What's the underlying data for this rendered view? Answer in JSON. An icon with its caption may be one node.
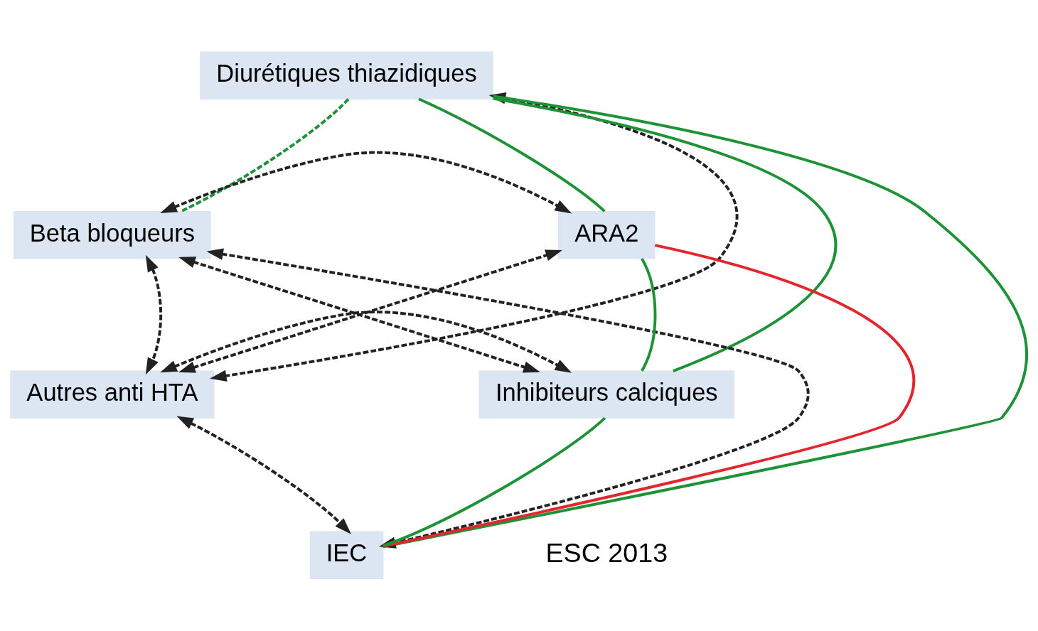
{
  "diagram": {
    "nodes": [
      {
        "text": [
          "Diurétiques thiazidiques"
        ]
      },
      {
        "text": [
          "Beta bloqueurs"
        ]
      },
      {
        "text": [
          "ARA2"
        ]
      },
      {
        "text": [
          "Autres anti HTA"
        ]
      },
      {
        "text": [
          "Inhibiteurs calciques"
        ]
      },
      {
        "text": [
          "IEC"
        ]
      }
    ],
    "edges": [
      {
        "from": 0,
        "to": 1,
        "arrow": "none",
        "style": "dashed",
        "color": "#1e9236"
      },
      {
        "from": 0,
        "to": 2,
        "arrow": "none",
        "color": "#1e9236"
      },
      {
        "from": 0,
        "to": 4,
        "arrow": "none",
        "color": "#1e9236"
      },
      {
        "from": 0,
        "to": 5,
        "arrow": "none",
        "color": "#1e9236"
      },
      {
        "from": 0,
        "to": 3,
        "arrow": "both",
        "style": "dashed"
      },
      {
        "from": 1,
        "to": 2,
        "arrow": "both",
        "style": "dashed"
      },
      {
        "from": 1,
        "to": 3,
        "arrow": "both",
        "style": "dashed"
      },
      {
        "from": 1,
        "to": 4,
        "arrow": "both",
        "style": "dashed"
      },
      {
        "from": 1,
        "to": 5,
        "arrow": "both",
        "style": "dashed"
      },
      {
        "from": 3,
        "to": 2,
        "arrow": "both",
        "style": "dashed"
      },
      {
        "from": 3,
        "to": 4,
        "arrow": "both",
        "style": "dashed"
      },
      {
        "from": 3,
        "to": 5,
        "arrow": "both",
        "style": "dashed"
      },
      {
        "from": 2,
        "to": 4,
        "arrow": "none",
        "color": "#1e9236"
      },
      {
        "from": 2,
        "to": 5,
        "arrow": "none",
        "color": "#e3262d"
      },
      {
        "from": 4,
        "to": 5,
        "arrow": "none",
        "color": "#1e9236"
      }
    ],
    "labels": [
      "ESC 2013"
    ]
  }
}
